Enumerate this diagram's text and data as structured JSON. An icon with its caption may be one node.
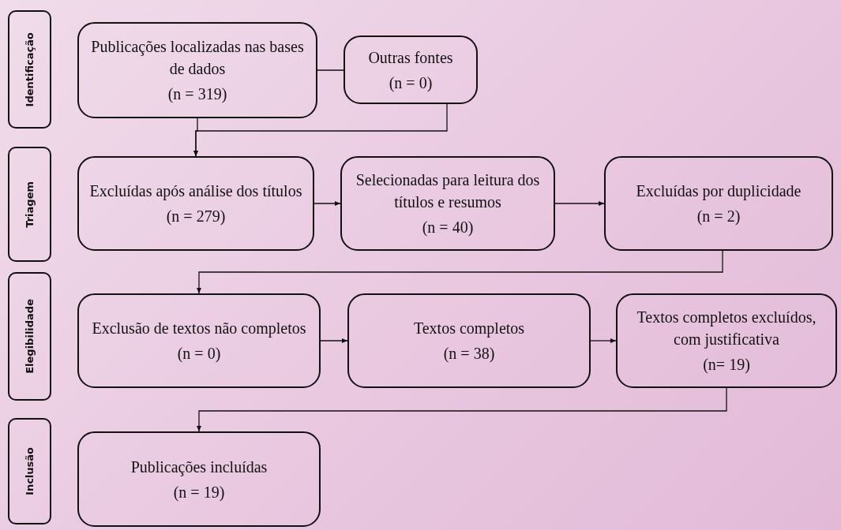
{
  "diagram": {
    "nodes": [
      {
        "text": [
          "Identificação"
        ]
      },
      {
        "text": [
          "Publicações localizadas nas bases de dados",
          "(n = 319)"
        ]
      },
      {
        "text": [
          "Outras fontes",
          "(n = 0)"
        ]
      },
      {
        "text": [
          "Triagem"
        ]
      },
      {
        "text": [
          "Excluídas após análise dos títulos",
          "(n = 279)"
        ]
      },
      {
        "text": [
          "Selecionadas para leitura dos títulos e resumos",
          "(n = 40)"
        ]
      },
      {
        "text": [
          "Excluídas por duplicidade",
          "(n = 2)"
        ]
      },
      {
        "text": [
          "Elegibilidade"
        ]
      },
      {
        "text": [
          "Exclusão de textos não completos",
          "(n = 0)"
        ]
      },
      {
        "text": [
          "Textos completos",
          "(n = 38)"
        ]
      },
      {
        "text": [
          "Textos completos excluídos, com justificativa",
          "(n= 19)"
        ]
      },
      {
        "text": [
          "Inclusão"
        ]
      },
      {
        "text": [
          "Publicações incluídas",
          "(n = 19)"
        ]
      }
    ],
    "edges": [
      {
        "from": 1,
        "to": 2,
        "arrow": "none"
      },
      {
        "from": 1,
        "to": 4,
        "arrow": "to"
      },
      {
        "from": 2,
        "to": 4,
        "arrow": "to"
      },
      {
        "from": 4,
        "to": 5,
        "arrow": "to"
      },
      {
        "from": 5,
        "to": 6,
        "arrow": "to"
      },
      {
        "from": 6,
        "to": 8,
        "arrow": "to"
      },
      {
        "from": 8,
        "to": 9,
        "arrow": "to"
      },
      {
        "from": 9,
        "to": 10,
        "arrow": "to"
      },
      {
        "from": 10,
        "to": 12,
        "arrow": "to"
      }
    ]
  }
}
